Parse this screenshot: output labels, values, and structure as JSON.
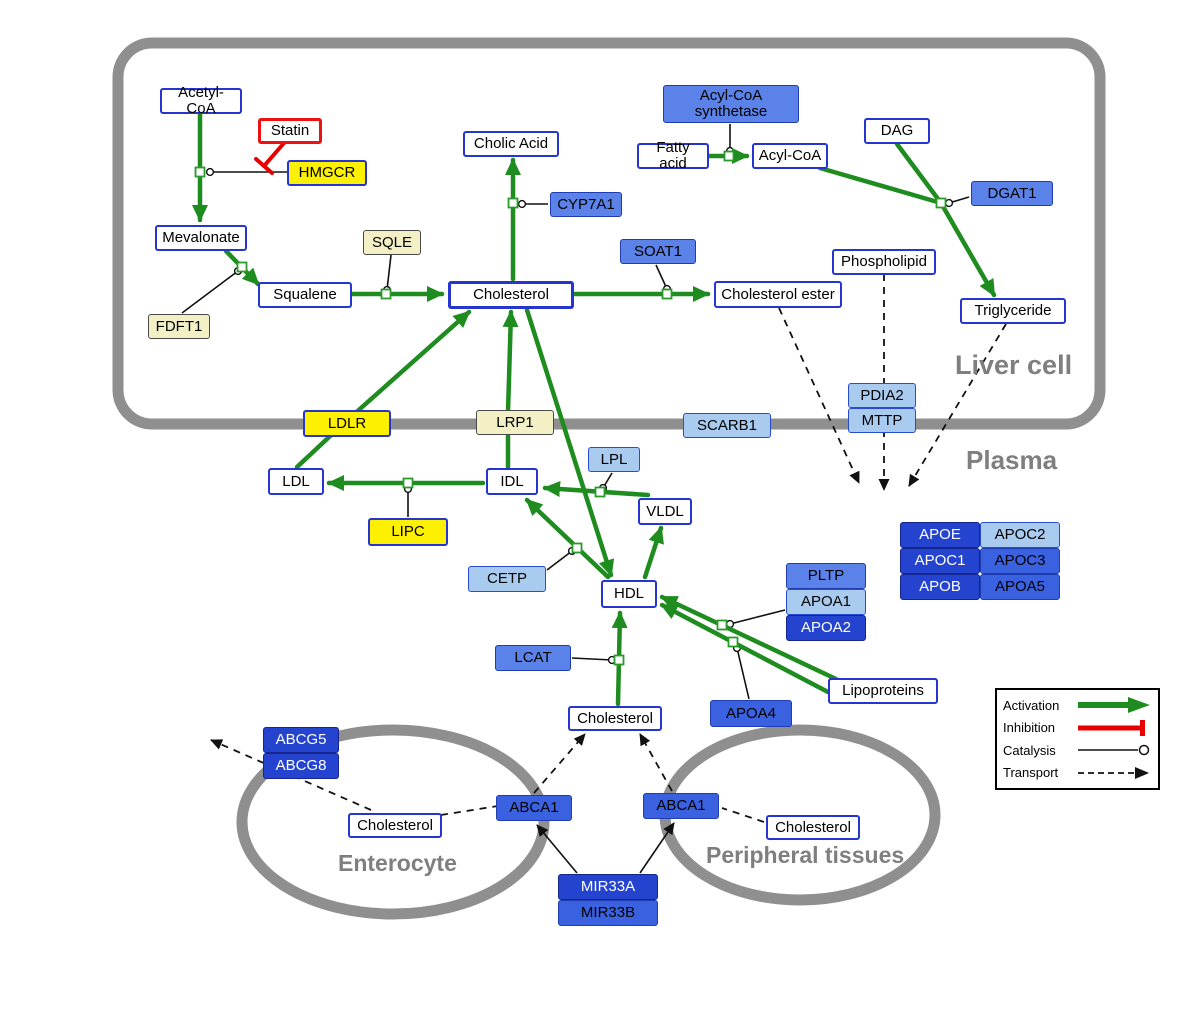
{
  "regions": {
    "liver": {
      "label": "Liver cell"
    },
    "plasma": {
      "label": "Plasma"
    },
    "enterocyte": {
      "label": "Enterocyte"
    },
    "peripheral": {
      "label": "Peripheral tissues"
    }
  },
  "legend": {
    "activation": "Activation",
    "inhibition": "Inhibition",
    "catalysis": "Catalysis",
    "transport": "Transport"
  },
  "nodes": {
    "acetyl_coa": "Acetyl-CoA",
    "statin": "Statin",
    "hmgcr": "HMGCR",
    "mevalonate": "Mevalonate",
    "sqle": "SQLE",
    "fdft1": "FDFT1",
    "squalene": "Squalene",
    "cholesterol_liver": "Cholesterol",
    "cholic_acid": "Cholic Acid",
    "cyp7a1": "CYP7A1",
    "soat1": "SOAT1",
    "cholesterol_ester": "Cholesterol ester",
    "acyl_coa_synthetase": "Acyl-CoA synthetase",
    "fatty_acid": "Fatty acid",
    "acyl_coa": "Acyl-CoA",
    "dag": "DAG",
    "dgat1": "DGAT1",
    "phospholipid": "Phospholipid",
    "triglyceride": "Triglyceride",
    "pdia2": "PDIA2",
    "mttp": "MTTP",
    "ldlr": "LDLR",
    "lrp1": "LRP1",
    "scarb1": "SCARB1",
    "ldl": "LDL",
    "idl": "IDL",
    "lpl": "LPL",
    "vldl": "VLDL",
    "lipc": "LIPC",
    "cetp": "CETP",
    "hdl": "HDL",
    "pltp": "PLTP",
    "apoa1": "APOA1",
    "apoa2": "APOA2",
    "apoe": "APOE",
    "apoc2": "APOC2",
    "apoc1": "APOC1",
    "apoc3": "APOC3",
    "apob": "APOB",
    "apoa5": "APOA5",
    "lcat": "LCAT",
    "apoa4": "APOA4",
    "lipoproteins": "Lipoproteins",
    "cholesterol_plasma": "Cholesterol",
    "abcg5": "ABCG5",
    "abcg8": "ABCG8",
    "cholesterol_enterocyte": "Cholesterol",
    "abca1_enterocyte": "ABCA1",
    "abca1_peripheral": "ABCA1",
    "cholesterol_peripheral": "Cholesterol",
    "mir33a": "MIR33A",
    "mir33b": "MIR33B"
  },
  "colors": {
    "activation_green": "#1e8c1e",
    "inhibition_red": "#e80000",
    "membrane_gray": "#8f8f8f",
    "metabolite_border_blue": "#2635cf",
    "gene_yellow": "#fdf000",
    "gene_pale_yellow": "#f2f0c4",
    "gene_blue_light": "#a9cbf0",
    "gene_blue_mid": "#5b82e8",
    "gene_blue_dark": "#2443cf"
  }
}
